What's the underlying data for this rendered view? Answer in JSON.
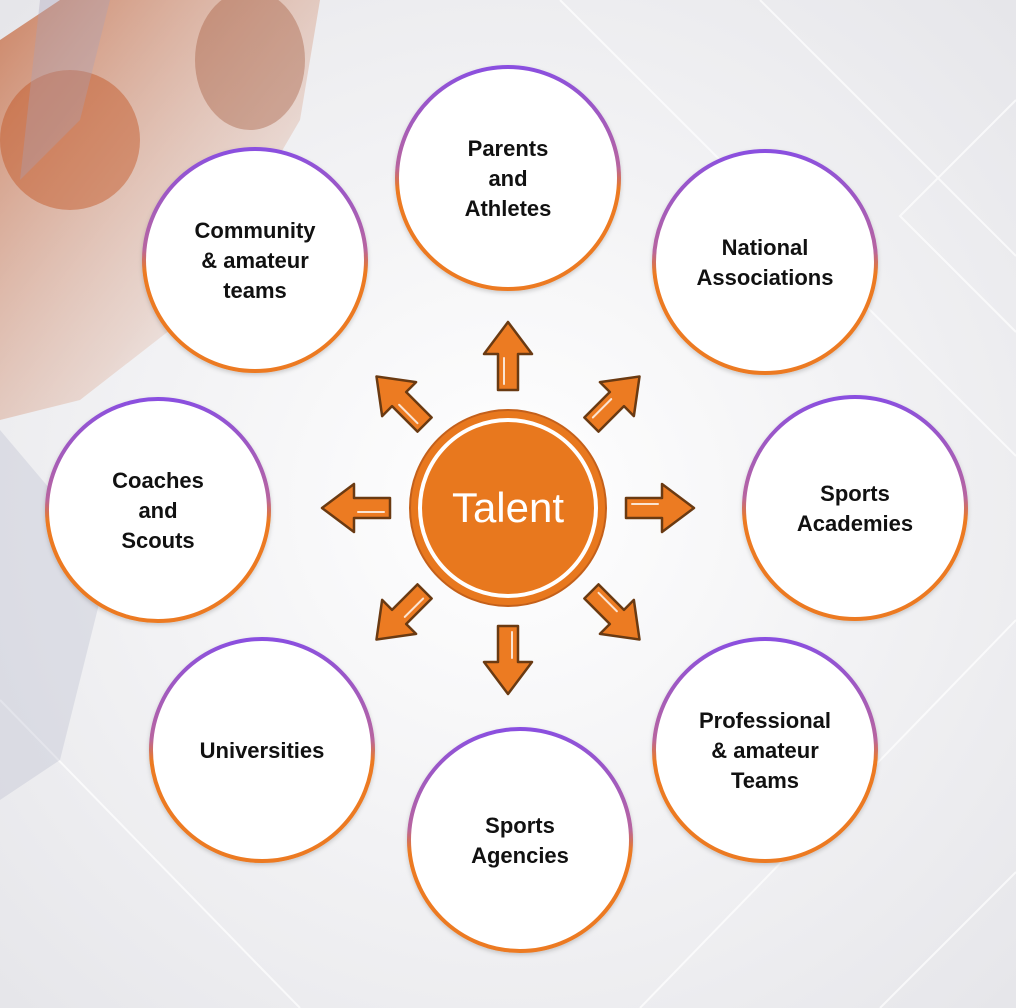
{
  "center": {
    "label": "Talent",
    "fill": "#e8781e",
    "ring": "#ffffff",
    "stroke": "#c4601a"
  },
  "colors": {
    "accent_top": "#8a4fe0",
    "accent_bottom": "#ec7a20",
    "node_fill": "#ffffff",
    "arrow_fill": "#ec7b22",
    "arrow_stroke": "#6a3a12",
    "background": "#f3f3f5"
  },
  "background_image": {
    "icon": "basketball-player-photo"
  },
  "nodes": [
    {
      "id": "parents-athletes",
      "lines": [
        "Parents",
        "and",
        "Athletes"
      ]
    },
    {
      "id": "national-associations",
      "lines": [
        "National",
        "Associations"
      ]
    },
    {
      "id": "sports-academies",
      "lines": [
        "Sports",
        "Academies"
      ]
    },
    {
      "id": "professional-amateur-teams",
      "lines": [
        "Professional",
        "& amateur",
        "Teams"
      ]
    },
    {
      "id": "sports-agencies",
      "lines": [
        "Sports",
        "Agencies"
      ]
    },
    {
      "id": "universities",
      "lines": [
        "Universities"
      ]
    },
    {
      "id": "coaches-scouts",
      "lines": [
        "Coaches",
        "and",
        "Scouts"
      ]
    },
    {
      "id": "community-amateur-teams",
      "lines": [
        "Community",
        "& amateur",
        "teams"
      ]
    }
  ]
}
